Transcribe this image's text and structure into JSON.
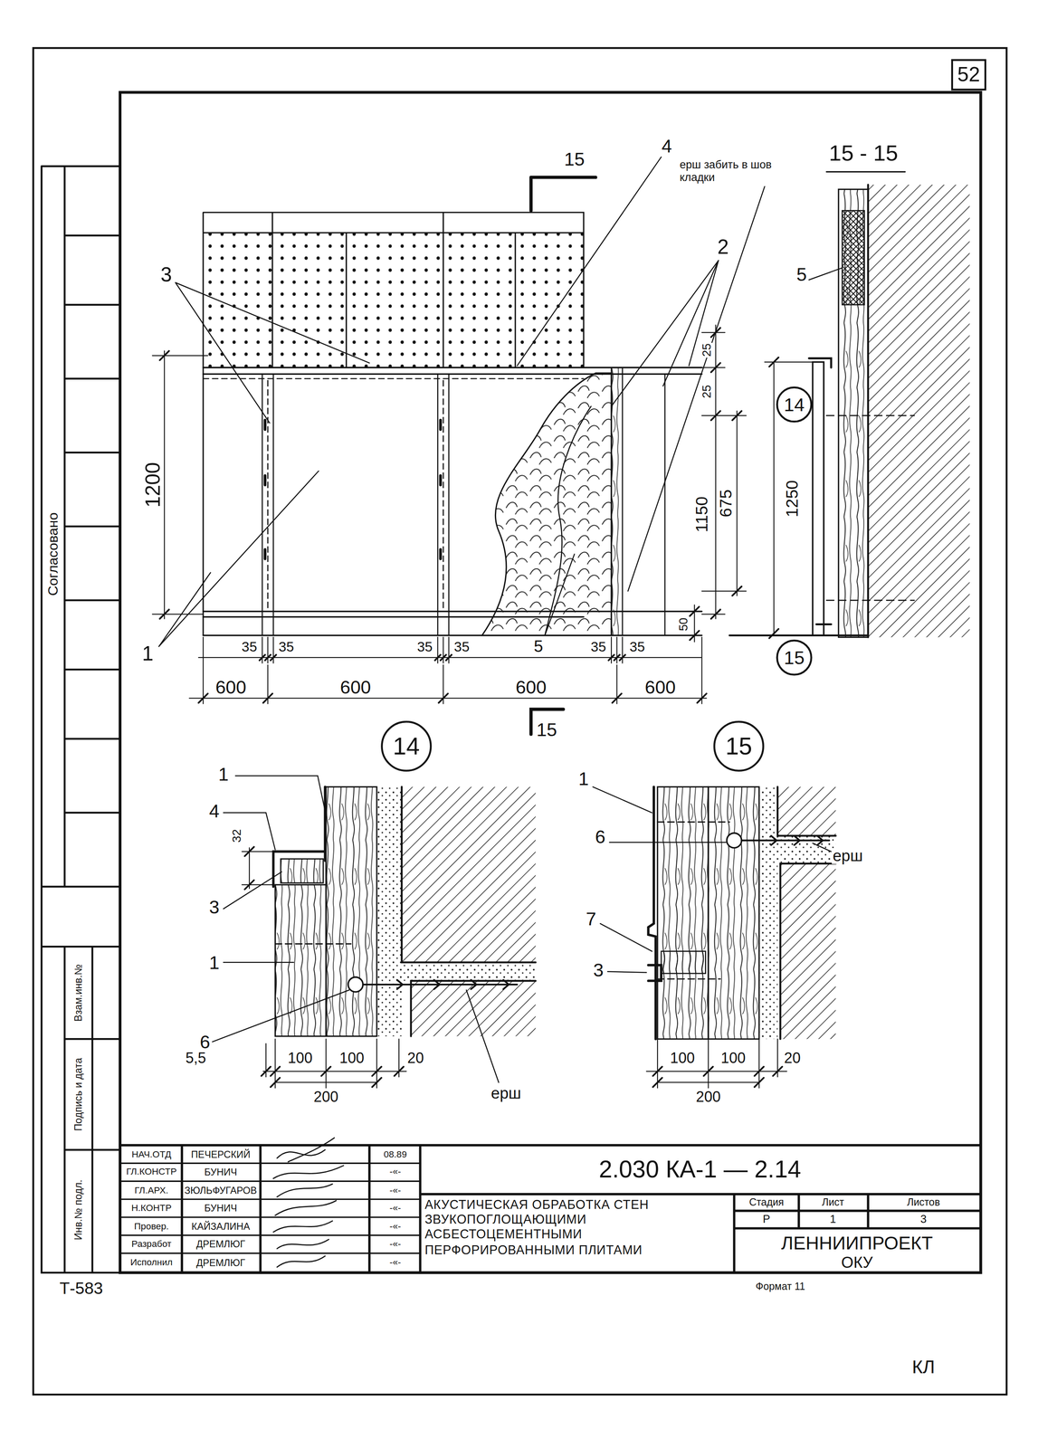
{
  "diagram": {
    "title": "АКУСТИЧЕСКАЯ ОБРАБОТКА СТЕН ЗВУКОПОГЛОЩАЮЩИМИ АСБЕСТОЦЕМЕНТНЫМИ ПЕРФОРИРОВАННЫМИ ПЛИТАМИ",
    "nodes": [
      {
        "text": [
          "52"
        ]
      },
      {
        "text": [
          "14"
        ]
      },
      {
        "text": [
          "15"
        ]
      },
      {
        "text": [
          "14"
        ]
      },
      {
        "text": [
          "15"
        ]
      }
    ],
    "labels": [
      "15",
      "4",
      "ерш забить в шов кладки",
      "15 - 15",
      "3",
      "2",
      "5",
      "25",
      "25",
      "1200",
      "1150",
      "675",
      "1250",
      "1",
      "35",
      "35",
      "35",
      "35",
      "5",
      "35",
      "35",
      "50",
      "600",
      "600",
      "600",
      "600",
      "15",
      "1",
      "4",
      "32",
      "3",
      "1",
      "6",
      "5,5",
      "100",
      "100",
      "20",
      "200",
      "ерш",
      "1",
      "6",
      "ерш",
      "7",
      "3",
      "100",
      "100",
      "20",
      "200",
      "Согласовано",
      "Взам.инв.№",
      "Подпись и дата",
      "Инв.№ подл.",
      "НАЧ.ОТД",
      "ПЕЧЕРСКИЙ",
      "08.89",
      "ГЛ.КОНСТР",
      "БУНИЧ",
      "-«-",
      "ГЛ.АРХ.",
      "ЗЮЛЬФУГАРОВ",
      "-«-",
      "Н.КОНТР",
      "БУНИЧ",
      "-«-",
      "Провер.",
      "КАЙЗАЛИНА",
      "-«-",
      "Разработ",
      "ДРЕМЛЮГ",
      "-«-",
      "Исполнил",
      "ДРЕМЛЮГ",
      "-«-",
      "2.030 КА-1 — 2.14",
      "Стадия",
      "Лист",
      "Листов",
      "Р",
      "1",
      "3",
      "ЛЕННИИПРОЕКТ",
      "ОКУ",
      "Формат 11",
      "Т-583",
      "КЛ"
    ]
  }
}
